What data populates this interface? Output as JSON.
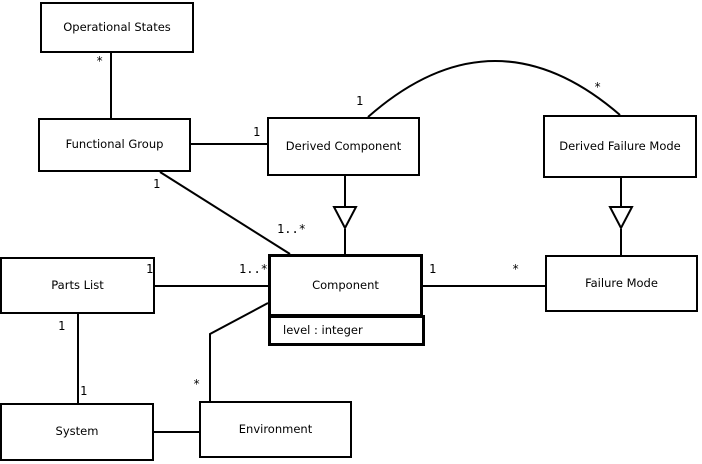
{
  "diagram": {
    "type": "uml-class-diagram",
    "colors": {
      "background": "#ffffff",
      "line": "#000000",
      "box_fill": "#ffffff",
      "text": "#000000"
    },
    "classes": [
      {
        "name": "Operational States"
      },
      {
        "name": "Functional Group"
      },
      {
        "name": "Derived Component"
      },
      {
        "name": "Derived Failure Mode"
      },
      {
        "name": "Parts List"
      },
      {
        "name": "Component",
        "attribute": "level : integer"
      },
      {
        "name": "Failure Mode"
      },
      {
        "name": "System"
      },
      {
        "name": "Environment"
      }
    ],
    "relationships": [
      {
        "from": "Operational States",
        "to": "Functional Group",
        "type": "association",
        "from_label": "*"
      },
      {
        "from": "Functional Group",
        "to": "Derived Component",
        "type": "association",
        "to_label": "1"
      },
      {
        "from": "Functional Group",
        "to": "Component",
        "type": "association",
        "from_label": "1",
        "to_label": "1..*"
      },
      {
        "from": "Derived Component",
        "to": "Component",
        "type": "generalization"
      },
      {
        "from": "Derived Component",
        "to": "Derived Failure Mode",
        "type": "association",
        "from_label": "1",
        "to_label": "*"
      },
      {
        "from": "Derived Failure Mode",
        "to": "Failure Mode",
        "type": "generalization"
      },
      {
        "from": "Parts List",
        "to": "Component",
        "type": "association",
        "from_label": "1",
        "to_label": "1..*"
      },
      {
        "from": "Component",
        "to": "Failure Mode",
        "type": "association",
        "from_label": "1",
        "to_label": "*"
      },
      {
        "from": "Parts List",
        "to": "System",
        "type": "association",
        "from_label": "1",
        "to_label": "1"
      },
      {
        "from": "System",
        "to": "Environment",
        "type": "association"
      },
      {
        "from": "Environment",
        "to": "Component",
        "type": "association",
        "from_label": "*"
      }
    ]
  }
}
